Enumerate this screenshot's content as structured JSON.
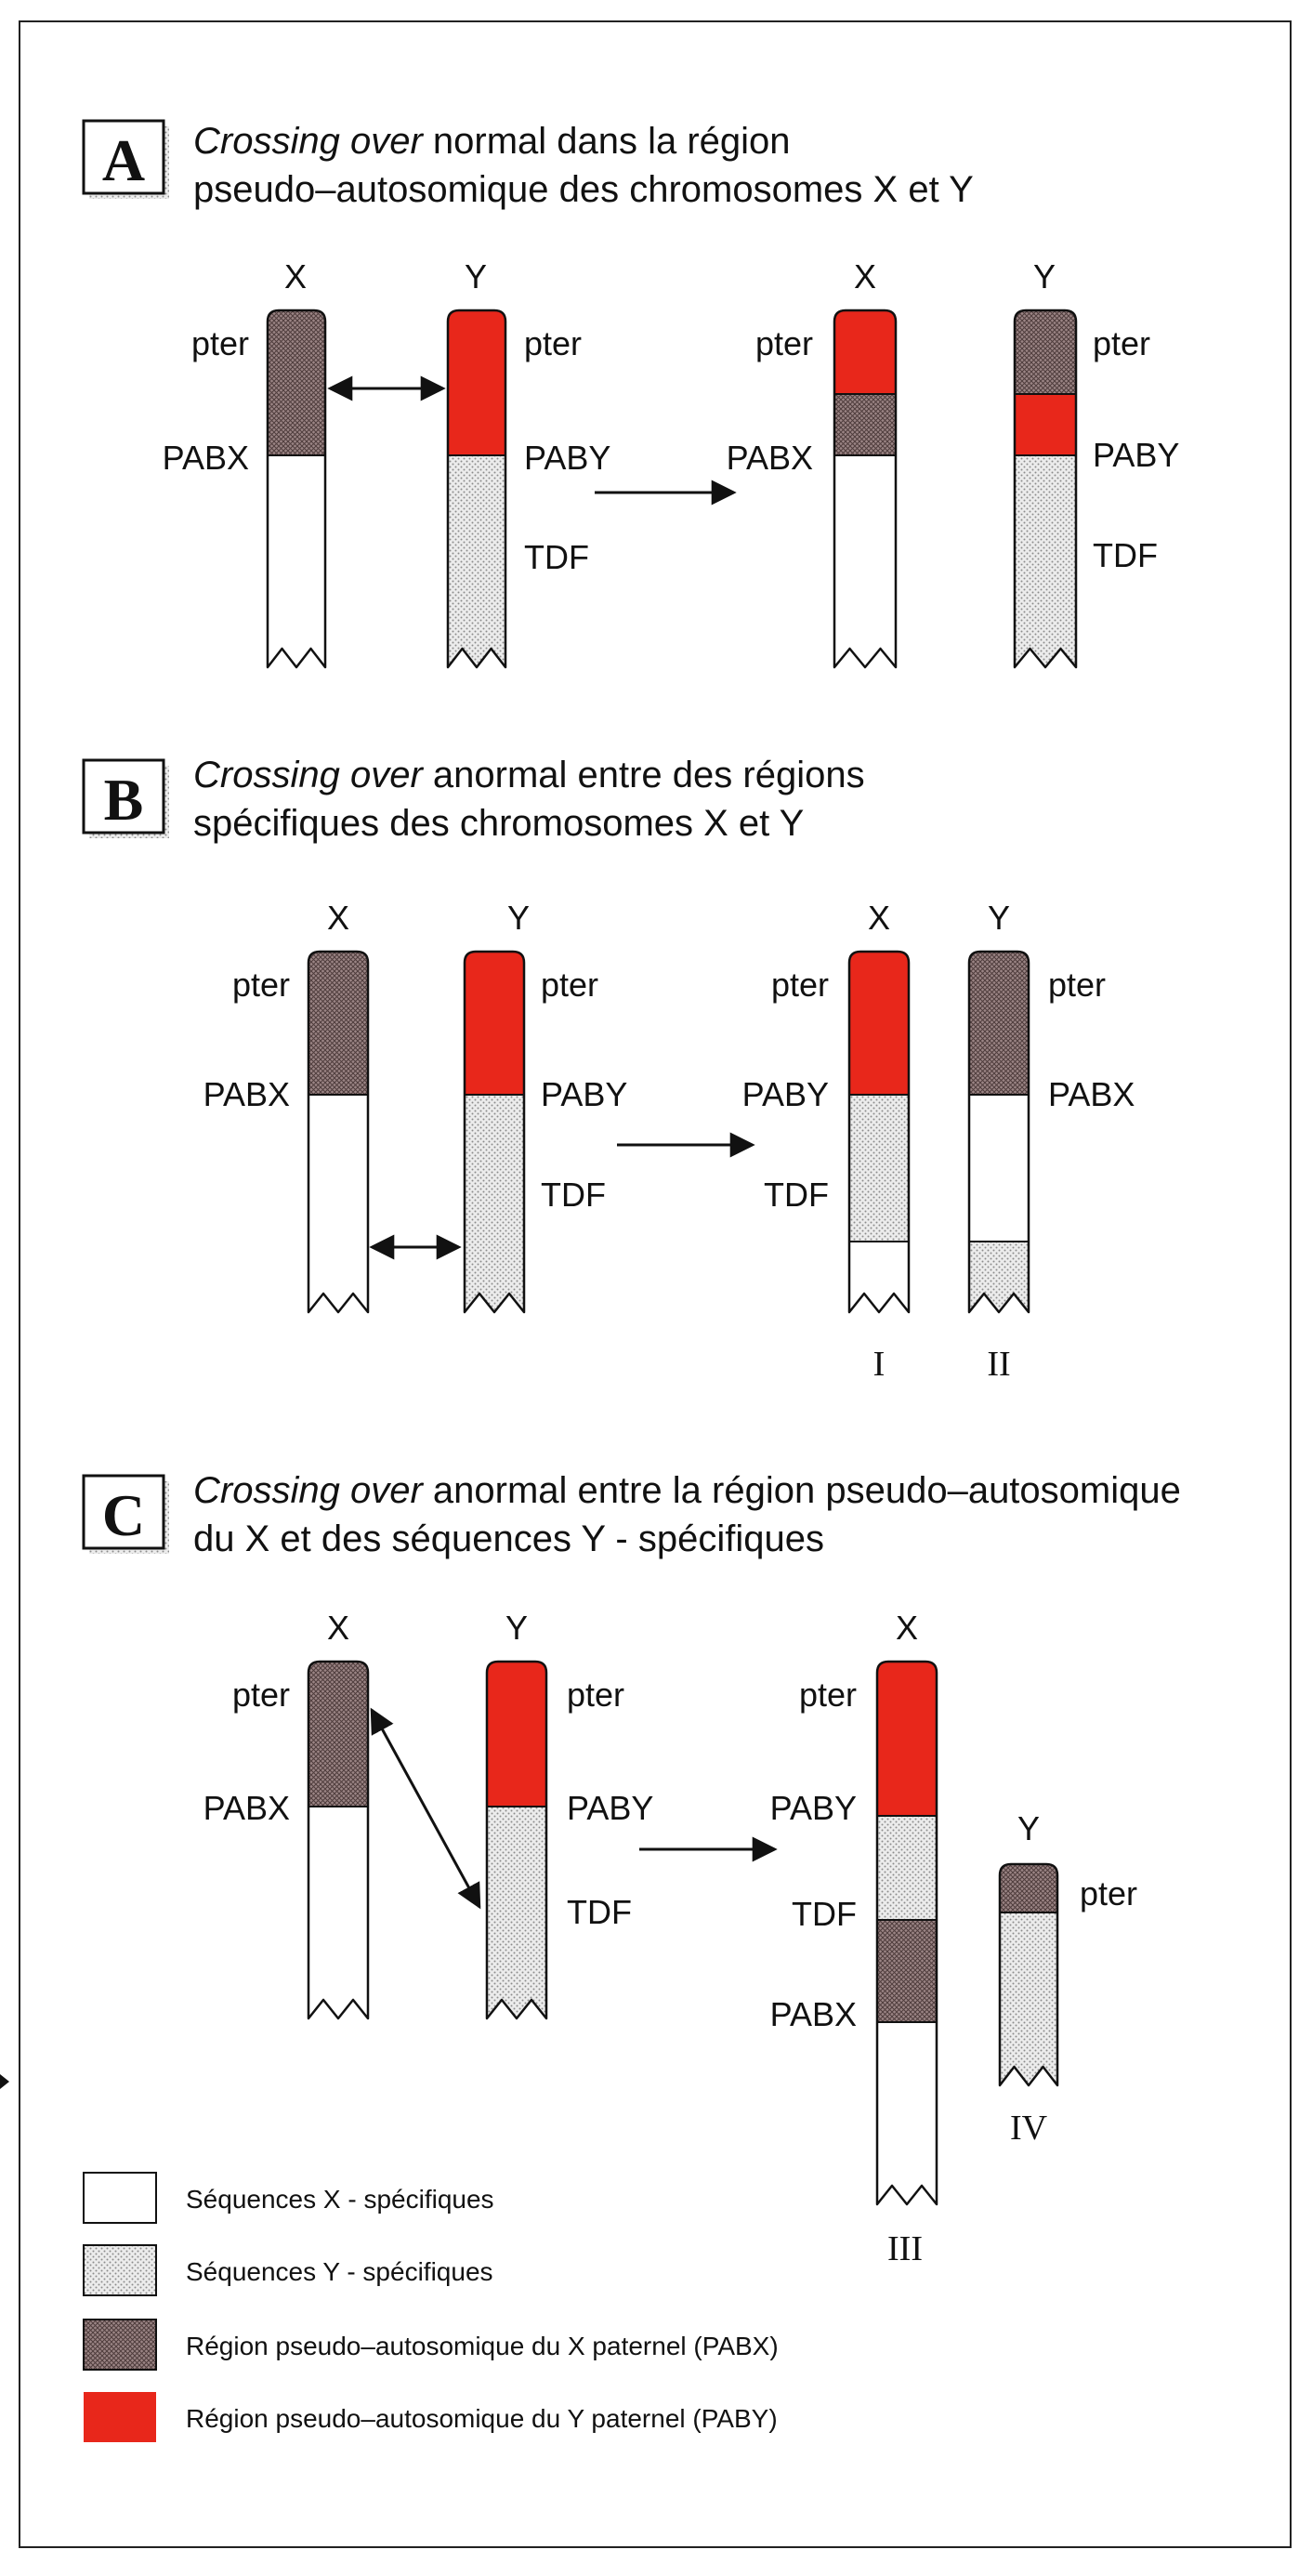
{
  "colors": {
    "paby_red": "#e8271b",
    "pabx_hatch": "#8a7676",
    "y_specific_dots": "#e3e3e3",
    "x_specific": "#ffffff",
    "outline": "#111111"
  },
  "sections": [
    {
      "letter": "A",
      "title_italic": "Crossing over",
      "title_line1_rest": " normal dans la région",
      "title_line2": "pseudo–autosomique des chromosomes X et Y"
    },
    {
      "letter": "B",
      "title_italic": "Crossing over",
      "title_line1_rest": " anormal entre des régions",
      "title_line2": "spécifiques des chromosomes X et Y"
    },
    {
      "letter": "C",
      "title_italic": "Crossing over",
      "title_line1_rest": " anormal entre la région pseudo–autosomique",
      "title_line2": "du X et des séquences Y - spécifiques"
    }
  ],
  "labels": {
    "x": "X",
    "y": "Y",
    "pter": "pter",
    "pabx": "PABX",
    "paby": "PABY",
    "tdf": "TDF"
  },
  "products": {
    "I": "I",
    "II": "II",
    "III": "III",
    "IV": "IV"
  },
  "legend": [
    {
      "key": "x_specific",
      "text": "Séquences X - spécifiques"
    },
    {
      "key": "y_specific_dots",
      "text": "Séquences Y - spécifiques"
    },
    {
      "key": "pabx_hatch",
      "text": "Région pseudo–autosomique du X paternel (PABX)"
    },
    {
      "key": "paby_red",
      "text": "Région pseudo–autosomique du Y paternel (PABY)"
    }
  ]
}
